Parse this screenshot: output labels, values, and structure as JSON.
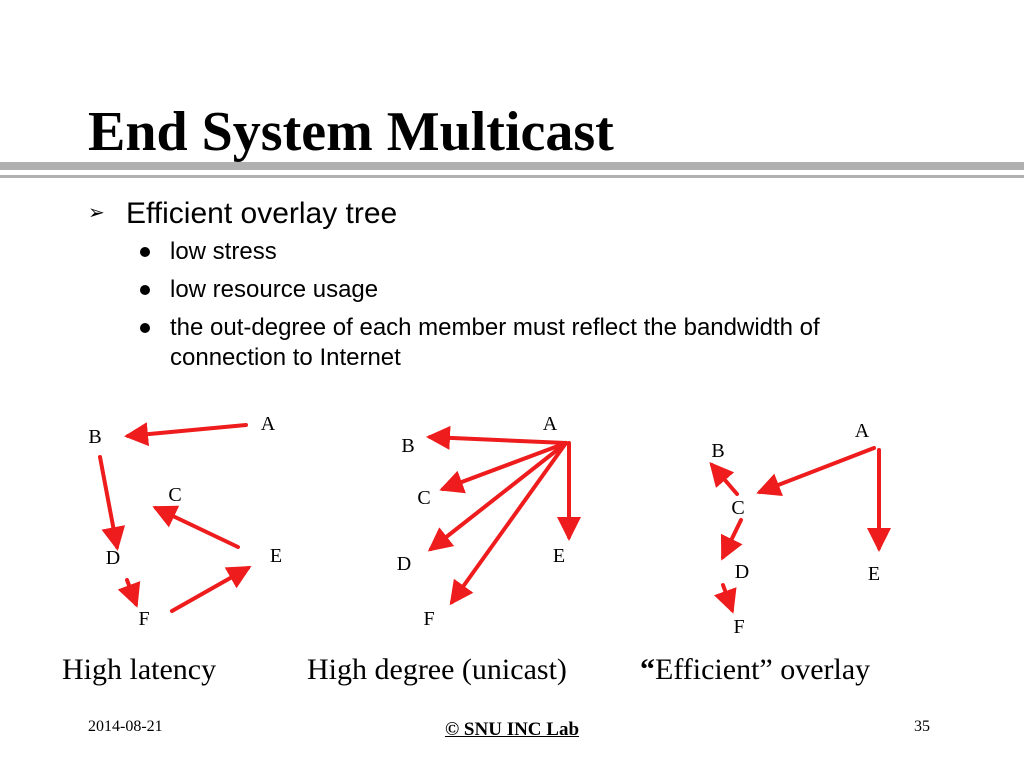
{
  "slide": {
    "title": "End System Multicast",
    "bullet_main": "Efficient overlay tree",
    "bullet_marker": "➢",
    "sub_bullets": [
      "low stress",
      "low resource usage",
      "the out-degree of each member must reflect the bandwidth of connection to Internet"
    ]
  },
  "diagrams": [
    {
      "caption": "High latency",
      "nodes": [
        {
          "id": "A",
          "label": "A"
        },
        {
          "id": "B",
          "label": "B"
        },
        {
          "id": "C",
          "label": "C"
        },
        {
          "id": "D",
          "label": "D"
        },
        {
          "id": "E",
          "label": "E"
        },
        {
          "id": "F",
          "label": "F"
        }
      ],
      "edges": [
        [
          "A",
          "B"
        ],
        [
          "B",
          "D"
        ],
        [
          "D",
          "F"
        ],
        [
          "F",
          "E"
        ],
        [
          "E",
          "C"
        ]
      ]
    },
    {
      "caption": "High degree (unicast)",
      "nodes": [
        {
          "id": "A",
          "label": "A"
        },
        {
          "id": "B",
          "label": "B"
        },
        {
          "id": "C",
          "label": "C"
        },
        {
          "id": "D",
          "label": "D"
        },
        {
          "id": "E",
          "label": "E"
        },
        {
          "id": "F",
          "label": "F"
        }
      ],
      "edges": [
        [
          "A",
          "B"
        ],
        [
          "A",
          "C"
        ],
        [
          "A",
          "D"
        ],
        [
          "A",
          "F"
        ],
        [
          "A",
          "E"
        ]
      ]
    },
    {
      "caption_open_quote": "“",
      "caption": "Efficient” overlay",
      "nodes": [
        {
          "id": "A",
          "label": "A"
        },
        {
          "id": "B",
          "label": "B"
        },
        {
          "id": "C",
          "label": "C"
        },
        {
          "id": "D",
          "label": "D"
        },
        {
          "id": "E",
          "label": "E"
        },
        {
          "id": "F",
          "label": "F"
        }
      ],
      "edges": [
        [
          "A",
          "C"
        ],
        [
          "A",
          "E"
        ],
        [
          "C",
          "B"
        ],
        [
          "C",
          "D"
        ],
        [
          "D",
          "F"
        ]
      ]
    }
  ],
  "colors": {
    "arrow": "#ee1c1c",
    "rule": "#b0b0b0"
  },
  "footer": {
    "date": "2014-08-21",
    "center": "© SNU INC Lab",
    "page": "35"
  }
}
